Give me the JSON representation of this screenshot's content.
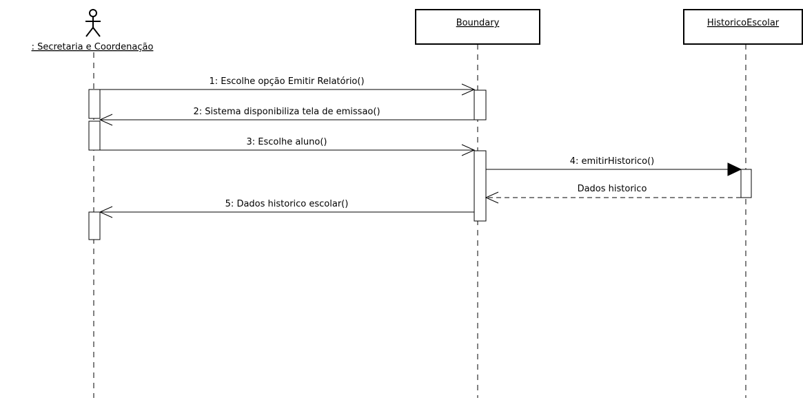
{
  "actors": [
    {
      "id": "actor",
      "label": ": Secretaria e Coordenação",
      "kind": "actor"
    },
    {
      "id": "boundary",
      "label": "Boundary",
      "kind": "object"
    },
    {
      "id": "historico",
      "label": "HistoricoEscolar",
      "kind": "object"
    }
  ],
  "messages": [
    {
      "label": "1: Escolhe opção Emitir Relatório()",
      "from": "actor",
      "to": "boundary",
      "style": "sync-open"
    },
    {
      "label": "2: Sistema disponibiliza tela de emissao()",
      "from": "boundary",
      "to": "actor",
      "style": "sync-open"
    },
    {
      "label": "3: Escolhe aluno()",
      "from": "actor",
      "to": "boundary",
      "style": "sync-open"
    },
    {
      "label": "4: emitirHistorico()",
      "from": "boundary",
      "to": "historico",
      "style": "sync-filled"
    },
    {
      "label": "Dados historico",
      "from": "historico",
      "to": "boundary",
      "style": "return-dashed"
    },
    {
      "label": "5: Dados historico escolar()",
      "from": "boundary",
      "to": "actor",
      "style": "sync-open"
    }
  ],
  "colors": {
    "line": "#000000",
    "background": "#ffffff"
  }
}
